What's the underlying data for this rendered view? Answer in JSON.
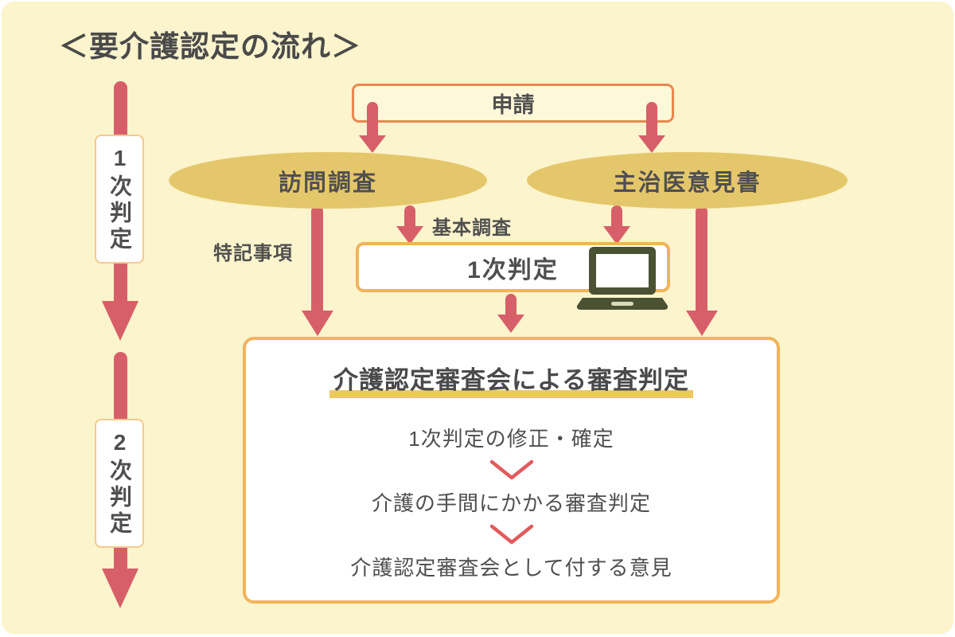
{
  "title": "＜要介護認定の流れ＞",
  "rails": {
    "stage1": "1次判定",
    "stage2": "2次判定"
  },
  "nodes": {
    "application": "申請",
    "visit_survey": "訪問調査",
    "doctor_opinion": "主治医意見書",
    "primary_judgment": "1次判定"
  },
  "annotations": {
    "special_notes": "特記事項",
    "basic_survey": "基本調査"
  },
  "review": {
    "heading": "介護認定審査会による審査判定",
    "steps": [
      "1次判定の修正・確定",
      "介護の手間にかかる審査判定",
      "介護認定審査会として付する意見"
    ]
  },
  "colors": {
    "background": "#fbf4cc",
    "arrow": "#d75f6a",
    "chevron": "#e25a5e",
    "ellipse": "#e5c76b",
    "box-border-orange": "#e9884f",
    "box-border-gold": "#f1b35b",
    "label-border": "#f5c98f",
    "highlight": "#ecc95f",
    "text": "#4f4f4f",
    "laptop": "#4a5233"
  }
}
